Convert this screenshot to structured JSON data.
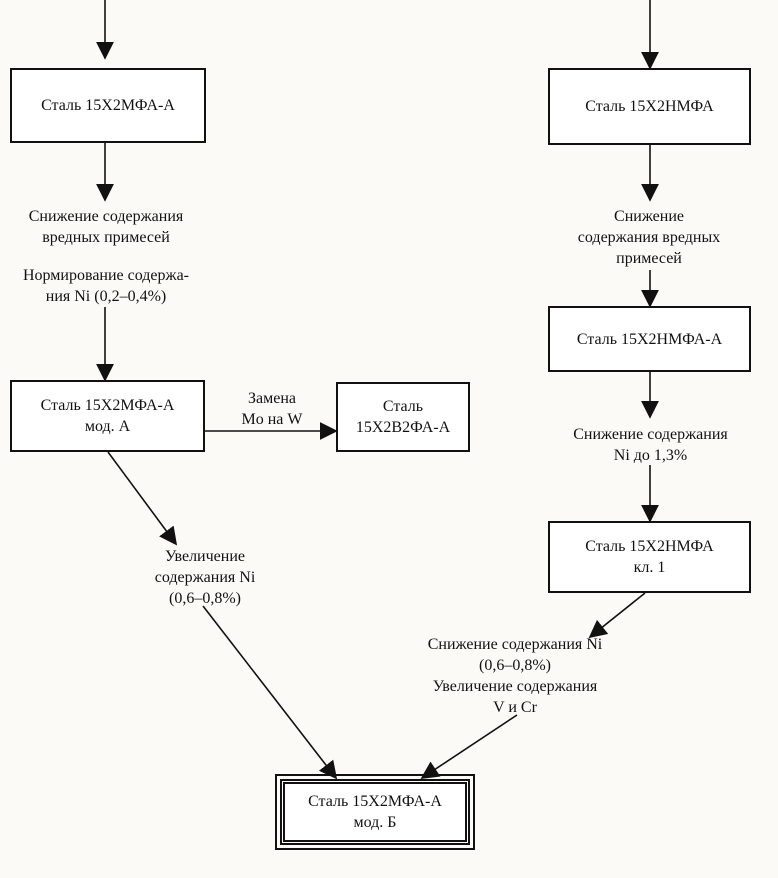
{
  "boxes": {
    "steel_a": {
      "line1": "Сталь  15Х2МФА-А"
    },
    "steel_nmfa": {
      "line1": "Сталь  15Х2НМФА"
    },
    "steel_nmfa_a": {
      "line1": "Сталь  15Х2НМФА-А"
    },
    "steel_a_mod_a": {
      "line1": "Сталь  15Х2МФА-А",
      "line2": "мод.  А"
    },
    "steel_v2fa": {
      "line1": "Сталь",
      "line2": "15Х2В2ФА-А"
    },
    "steel_nmfa_kl1": {
      "line1": "Сталь  15Х2НМФА",
      "line2": "кл.  1"
    },
    "steel_a_mod_b": {
      "line1": "Сталь  15Х2МФА-А",
      "line2": "мод.  Б"
    }
  },
  "labels": {
    "left_reduce_impurities": {
      "line1": "Снижение  содержания",
      "line2": "вредных  примесей"
    },
    "left_ni_norm": {
      "line1": "Нормирование  содержа-",
      "line2": "ния  Ni  (0,2–0,4%)"
    },
    "replace_mo_w": {
      "line1": "Замена",
      "line2": "Mo  на  W"
    },
    "increase_ni": {
      "line1": "Увеличение",
      "line2": "содержания  Ni",
      "line3": "(0,6–0,8%)"
    },
    "right_reduce_impurities": {
      "line1": "Снижение",
      "line2": "содержания  вредных",
      "line3": "примесей"
    },
    "reduce_ni_13": {
      "line1": "Снижение  содержания",
      "line2": "Ni  до  1,3%"
    },
    "reduce_ni_increase_v_cr": {
      "line1": "Снижение  содержания  Ni",
      "line2": "(0,6–0,8%)",
      "line3": "Увеличение  содержания",
      "line4": "V  и  Cr"
    }
  }
}
